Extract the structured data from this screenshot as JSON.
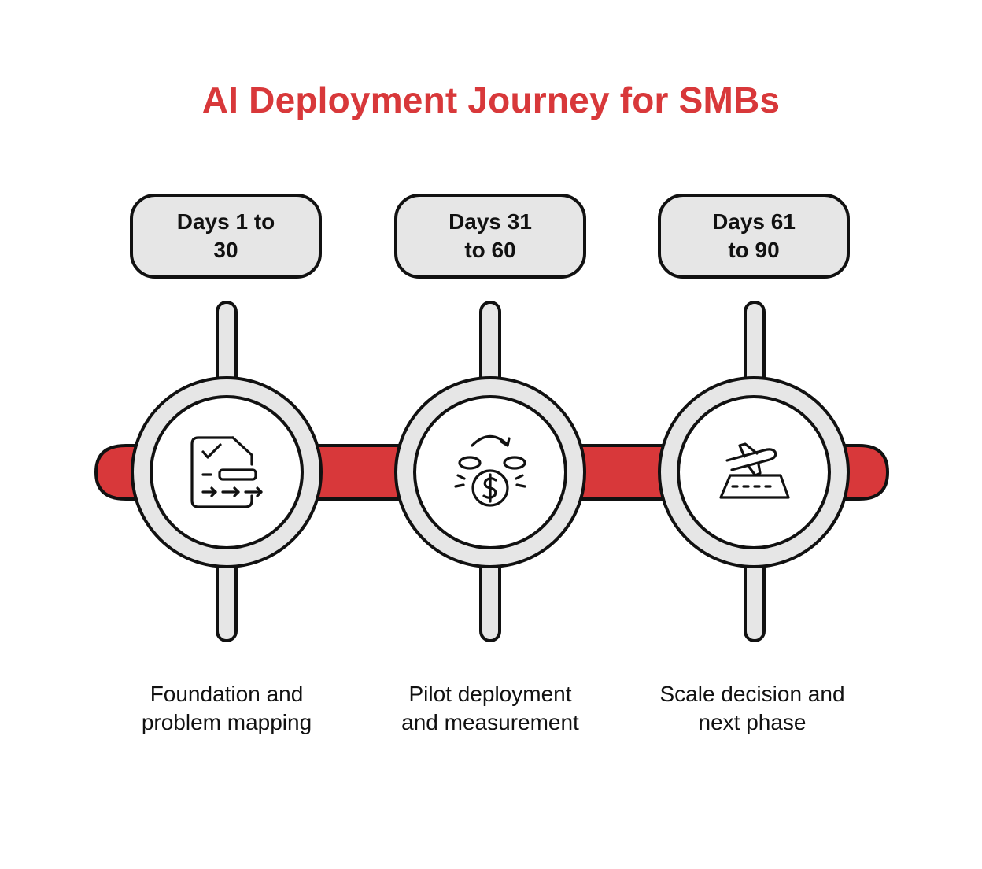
{
  "title": "AI Deployment Journey for SMBs",
  "colors": {
    "accent": "#d8383a",
    "pill_fill": "#e6e6e6",
    "ring_fill": "#e6e6e6",
    "outline": "#111111"
  },
  "steps": [
    {
      "period": "Days 1 to 30",
      "period_lines": [
        "Days 1 to",
        "30"
      ],
      "description_lines": [
        "Foundation and",
        "problem mapping"
      ],
      "icon": "checklist-document-icon"
    },
    {
      "period": "Days 31 to 60",
      "period_lines": [
        "Days 31",
        "to 60"
      ],
      "description_lines": [
        "Pilot deployment",
        "and measurement"
      ],
      "icon": "dollar-coin-cycle-icon"
    },
    {
      "period": "Days 61 to 90",
      "period_lines": [
        "Days 61",
        "to 90"
      ],
      "description_lines": [
        "Scale decision and",
        "next phase"
      ],
      "icon": "airplane-runway-icon"
    }
  ]
}
